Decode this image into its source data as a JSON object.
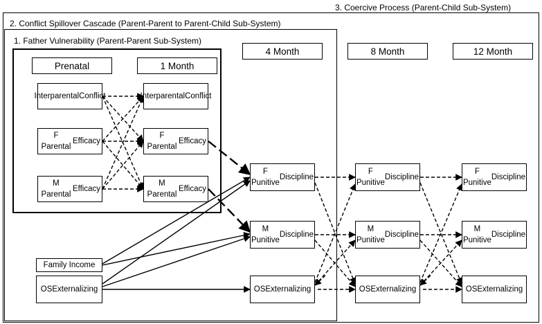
{
  "frames": {
    "coercive": "3. Coercive Process (Parent-Child Sub-System)",
    "spillover": "2. Conflict Spillover Cascade (Parent-Parent to Parent-Child Sub-System)",
    "vulnerability": "1. Father Vulnerability (Parent-Parent Sub-System)"
  },
  "headers": {
    "prenatal": "Prenatal",
    "m1": "1 Month",
    "m4": "4 Month",
    "m8": "8 Month",
    "m12": "12 Month"
  },
  "nodes": {
    "p_ipc": [
      "Interparental",
      "Conflict"
    ],
    "p_fpe": [
      "F Parental",
      "Efficacy"
    ],
    "p_mpe": [
      "M Parental",
      "Efficacy"
    ],
    "m1_ipc": [
      "Interparental",
      "Conflict"
    ],
    "m1_fpe": [
      "F Parental",
      "Efficacy"
    ],
    "m1_mpe": [
      "M Parental",
      "Efficacy"
    ],
    "income": [
      "Family Income"
    ],
    "os0": [
      "OS",
      "Externalizing"
    ],
    "m4_fpd": [
      "F Punitive",
      "Discipline"
    ],
    "m4_mpd": [
      "M Punitive",
      "Discipline"
    ],
    "m4_os": [
      "OS",
      "Externalizing"
    ],
    "m8_fpd": [
      "F Punitive",
      "Discipline"
    ],
    "m8_mpd": [
      "M Punitive",
      "Discipline"
    ],
    "m8_os": [
      "OS",
      "Externalizing"
    ],
    "m12_fpd": [
      "F Punitive",
      "Discipline"
    ],
    "m12_mpd": [
      "M Punitive",
      "Discipline"
    ],
    "m12_os": [
      "OS",
      "Externalizing"
    ]
  }
}
